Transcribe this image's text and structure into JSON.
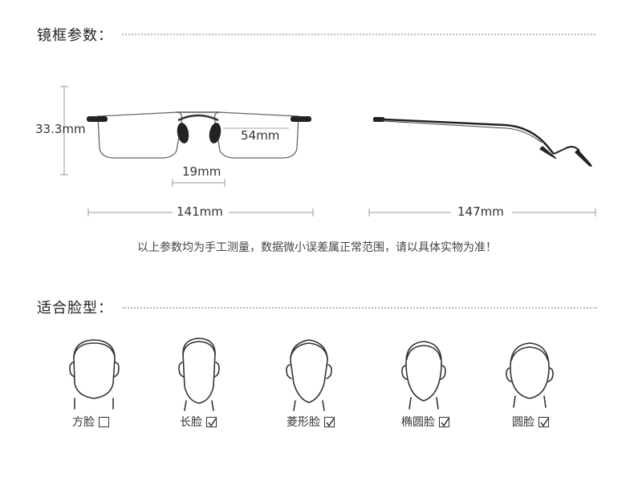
{
  "frame_section": {
    "title": "镜框参数："
  },
  "measurements": {
    "lens_height": "33.3mm",
    "lens_width": "54mm",
    "bridge_width": "19mm",
    "frame_width": "141mm",
    "temple_length": "147mm"
  },
  "note": "以上参数均为手工测量，数据微小误差属正常范围，请以具体实物为准！",
  "face_section": {
    "title": "适合脸型："
  },
  "faces": [
    {
      "label": "方脸",
      "checked": false
    },
    {
      "label": "长脸",
      "checked": true
    },
    {
      "label": "菱形脸",
      "checked": true
    },
    {
      "label": "椭圆脸",
      "checked": true
    },
    {
      "label": "圆脸",
      "checked": true
    }
  ]
}
